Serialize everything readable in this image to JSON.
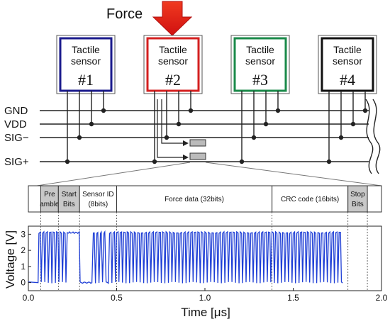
{
  "force_label": "Force",
  "sensors": [
    {
      "title_line1": "Tactile",
      "title_line2": "sensor",
      "id": "#1",
      "border_color": "#1a1a8c"
    },
    {
      "title_line1": "Tactile",
      "title_line2": "sensor",
      "id": "#2",
      "border_color": "#d42020"
    },
    {
      "title_line1": "Tactile",
      "title_line2": "sensor",
      "id": "#3",
      "border_color": "#1a8a4a"
    },
    {
      "title_line1": "Tactile",
      "title_line2": "sensor",
      "id": "#4",
      "border_color": "#111111"
    }
  ],
  "bus_lines": [
    "GND",
    "VDD",
    "SIG−",
    "SIG+"
  ],
  "packet_fields": [
    {
      "label": "Pre\namble",
      "shaded": true
    },
    {
      "label": "Start\nBits",
      "shaded": true
    },
    {
      "label": "Sensor ID\n(8bits)",
      "shaded": false
    },
    {
      "label": "Force data  (32bits)",
      "shaded": false
    },
    {
      "label": "CRC code (16bits)",
      "shaded": false
    },
    {
      "label": "Stop\nBits",
      "shaded": true
    }
  ],
  "packet_boundaries_us": [
    0.07,
    0.17,
    0.29,
    0.5,
    1.38,
    1.81,
    1.92
  ],
  "plot": {
    "xlabel": "Time [μs]",
    "ylabel": "Voltage [V]",
    "xlim": [
      0.0,
      2.0
    ],
    "ylim": [
      -0.5,
      3.5
    ],
    "xticks": [
      "0.0",
      "0.5",
      "1.0",
      "1.5",
      "2.0"
    ],
    "yticks": [
      "0",
      "1",
      "2",
      "3"
    ],
    "line_color": "#1f3fd6"
  },
  "chart_data": {
    "type": "line",
    "title": "",
    "xlabel": "Time [μs]",
    "ylabel": "Voltage [V]",
    "xlim": [
      0.0,
      2.0
    ],
    "ylim": [
      -0.5,
      3.5
    ],
    "x": [
      0.0,
      0.055,
      0.06,
      0.068,
      0.073,
      0.08,
      0.088,
      0.093,
      0.1,
      0.108,
      0.113,
      0.12,
      0.128,
      0.133,
      0.14,
      0.148,
      0.153,
      0.16,
      0.168,
      0.173,
      0.18,
      0.188,
      0.193,
      0.2,
      0.208,
      0.213,
      0.22,
      0.228,
      0.233,
      0.24,
      0.248,
      0.253,
      0.26,
      0.268,
      0.273,
      0.28,
      0.288,
      0.293,
      0.3,
      0.308,
      0.313,
      0.32,
      0.328,
      0.333,
      0.34,
      0.348,
      0.353,
      0.36,
      0.368,
      0.373,
      0.38,
      0.388,
      0.393,
      0.4,
      0.408,
      0.413,
      0.42,
      0.428,
      0.433,
      0.44,
      0.448,
      0.453,
      0.46,
      0.468,
      0.473,
      0.48,
      0.488,
      0.493,
      0.5,
      0.508,
      0.513,
      0.52,
      0.528,
      0.533,
      0.54,
      0.548,
      0.553,
      0.56,
      0.568,
      0.573,
      0.58,
      0.588,
      0.593,
      0.6,
      0.608,
      0.613,
      0.62,
      0.628,
      0.633,
      0.64,
      0.648,
      0.653,
      0.66,
      0.668,
      0.673,
      0.68,
      0.688,
      0.693,
      0.7,
      0.708,
      0.713,
      0.72,
      0.728,
      0.733,
      0.74,
      0.748,
      0.753,
      0.76,
      0.768,
      0.773,
      0.78,
      0.788,
      0.793,
      0.8,
      0.808,
      0.813,
      0.82,
      0.828,
      0.833,
      0.84,
      0.848,
      0.853,
      0.86,
      0.868,
      0.873,
      0.88,
      0.888,
      0.893,
      0.9,
      0.908,
      0.913,
      0.92,
      0.928,
      0.933,
      0.94,
      0.948,
      0.953,
      0.96,
      0.968,
      0.973,
      0.98,
      0.988,
      0.993,
      1.0,
      1.008,
      1.013,
      1.02,
      1.028,
      1.033,
      1.04,
      1.048,
      1.053,
      1.06,
      1.068,
      1.073,
      1.08,
      1.088,
      1.093,
      1.1,
      1.108,
      1.113,
      1.12,
      1.128,
      1.133,
      1.14,
      1.148,
      1.153,
      1.16,
      1.168,
      1.173,
      1.18,
      1.188,
      1.193,
      1.2,
      1.208,
      1.213,
      1.22,
      1.228,
      1.233,
      1.24,
      1.248,
      1.253,
      1.26,
      1.268,
      1.273,
      1.28,
      1.288,
      1.293,
      1.3,
      1.308,
      1.313,
      1.32,
      1.328,
      1.333,
      1.34,
      1.348,
      1.353,
      1.36,
      1.368,
      1.373,
      1.38,
      1.388,
      1.393,
      1.4,
      1.408,
      1.413,
      1.42,
      1.428,
      1.433,
      1.44,
      1.448,
      1.453,
      1.46,
      1.468,
      1.473,
      1.48,
      1.488,
      1.493,
      1.5,
      1.508,
      1.513,
      1.52,
      1.528,
      1.533,
      1.54,
      1.548,
      1.553,
      1.56,
      1.568,
      1.573,
      1.58,
      1.588,
      1.593,
      1.6,
      1.608,
      1.613,
      1.62,
      1.628,
      1.633,
      1.64,
      1.648,
      1.653,
      1.66,
      1.668,
      1.673,
      1.68,
      1.688,
      1.693,
      1.7,
      1.708,
      1.713,
      1.72,
      1.728,
      1.733,
      1.74,
      1.748,
      1.753,
      1.76,
      1.768,
      1.773,
      1.78,
      1.788,
      1.793,
      1.8,
      1.808,
      1.813,
      1.82,
      1.828,
      1.833,
      1.84,
      1.848,
      1.853,
      1.86,
      1.868,
      1.873,
      1.88,
      1.888,
      1.893,
      1.9,
      1.908,
      1.913,
      2.0
    ],
    "y_note": "Square-wave NRZ data bits toggling between 0 V and 3.1 V",
    "series": [
      {
        "values": [
          0,
          0,
          3.1,
          3.1,
          0,
          3.1,
          3.1,
          0,
          3.1,
          3.1,
          0,
          3.1,
          3.1,
          0,
          3.1,
          3.1,
          0,
          3.1,
          3.1,
          0,
          3.1,
          3.1,
          0,
          3.1,
          3.1,
          0,
          3.1,
          3.1,
          3.1,
          3.1,
          3.1,
          3.1,
          3.1,
          3.1,
          3.1,
          3.1,
          3.1,
          0,
          0,
          0,
          0,
          0,
          0,
          0,
          0,
          0,
          0,
          0,
          3.1,
          3.1,
          0,
          3.1,
          3.1,
          0,
          3.1,
          3.1,
          0,
          3.1,
          3.1,
          0,
          0,
          0,
          3.1,
          3.1,
          0,
          3.1,
          3.1,
          0,
          3.1,
          3.1,
          0,
          3.1,
          3.1,
          0,
          3.1,
          3.1,
          0,
          3.1,
          3.1,
          0,
          3.1,
          3.1,
          0,
          3.1,
          3.1,
          0,
          3.1,
          3.1,
          0,
          3.1,
          3.1,
          0,
          3.1,
          3.1,
          0,
          3.1,
          3.1,
          0,
          3.1,
          3.1,
          0,
          3.1,
          3.1,
          0,
          3.1,
          3.1,
          0,
          3.1,
          3.1,
          0,
          3.1,
          3.1,
          0,
          3.1,
          3.1,
          0,
          3.1,
          3.1,
          0,
          3.1,
          3.1,
          0,
          3.1,
          3.1,
          0,
          3.1,
          3.1,
          0,
          3.1,
          3.1,
          0,
          3.1,
          3.1,
          0,
          3.1,
          3.1,
          0,
          3.1,
          3.1,
          0,
          3.1,
          3.1,
          0,
          3.1,
          3.1,
          0,
          3.1,
          3.1,
          0,
          3.1,
          3.1,
          0,
          3.1,
          3.1,
          0,
          3.1,
          3.1,
          0,
          3.1,
          3.1,
          0,
          3.1,
          3.1,
          0,
          3.1,
          3.1,
          0,
          3.1,
          3.1,
          0,
          3.1,
          3.1,
          0,
          3.1,
          3.1,
          0,
          3.1,
          3.1,
          0,
          3.1,
          3.1,
          0,
          3.1,
          3.1,
          0,
          3.1,
          3.1,
          0,
          3.1,
          3.1,
          0,
          3.1,
          3.1,
          0,
          3.1,
          3.1,
          0,
          3.1,
          3.1,
          0,
          3.1,
          3.1,
          0,
          3.1,
          3.1,
          0,
          3.1,
          3.1,
          0,
          3.1,
          3.1,
          0,
          3.1,
          3.1,
          0,
          3.1,
          3.1,
          0,
          3.1,
          3.1,
          0,
          3.1,
          3.1,
          0,
          3.1,
          3.1,
          0,
          3.1,
          3.1,
          0,
          3.1,
          3.1,
          0,
          3.1,
          3.1,
          0,
          3.1,
          3.1,
          0,
          3.1,
          3.1,
          0,
          3.1,
          3.1,
          0,
          3.1,
          3.1,
          0,
          3.1,
          3.1,
          0,
          3.1,
          3.1,
          0,
          3.1,
          3.1,
          0,
          3.1,
          3.1,
          0,
          0
        ]
      }
    ]
  }
}
